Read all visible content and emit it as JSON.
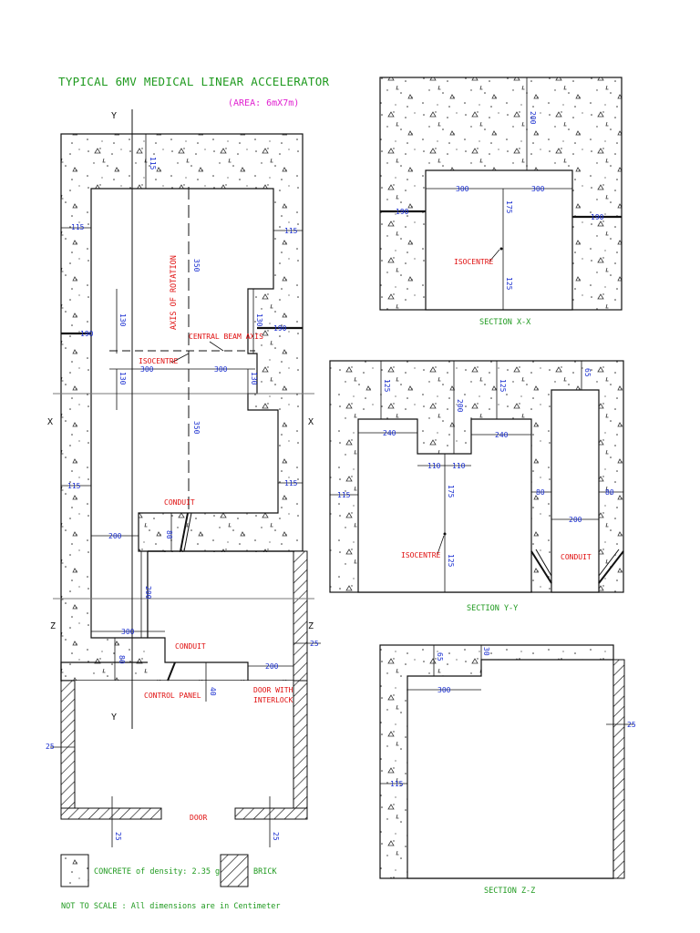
{
  "title": "TYPICAL 6MV MEDICAL LINEAR ACCELERATOR",
  "area": "(AREA: 6mX7m)",
  "colors": {
    "title": "#1f9a1f",
    "area": "#e020d0",
    "annotation": "#e01010",
    "dimension": "#1a2fd0",
    "line": "#111111"
  },
  "plan": {
    "axis_labels": {
      "y_top": "Y",
      "y_bottom": "Y",
      "x_left": "X",
      "x_right": "X",
      "z_left": "Z",
      "z_right": "Z"
    },
    "annotations": {
      "axis_of_rotation": "AXIS OF ROTATION",
      "central_beam_axis": "CENTRAL BEAM AXIS",
      "isocentre": "ISOCENTRE",
      "conduit_1": "CONDUIT",
      "conduit_2": "CONDUIT",
      "control_panel": "CONTROL PANEL",
      "door_interlock_1": "DOOR WITH",
      "door_interlock_2": "INTERLOCK",
      "door": "DOOR"
    },
    "dims": {
      "d115_top": "115",
      "d115_left": "115",
      "d115_right": "115",
      "d350_upper": "350",
      "d350_lower": "350",
      "d130_ll": "130",
      "d130_lr": "130",
      "d130_ul": "130",
      "d130_ur": "130",
      "d190_left": "190",
      "d190_right": "190",
      "d300_left": "300",
      "d300_right": "300",
      "d115_mid_left": "115",
      "d115_mid_right": "115",
      "d80_conduit": "80",
      "d200_maze": "200",
      "d200_vert": "200",
      "d300_maze": "300",
      "d80_bottom": "80",
      "d40": "40",
      "d200_door": "200",
      "d25_right": "25",
      "d25_left": "25",
      "d25_bot_left": "25",
      "d25_bot_right": "25"
    }
  },
  "section_xx": {
    "label": "SECTION X-X",
    "isocentre": "ISOCENTRE",
    "dims": {
      "d200": "200",
      "d300_l": "300",
      "d300_r": "300",
      "d190_l": "190",
      "d190_r": "190",
      "d175": "175",
      "d125": "125"
    }
  },
  "section_yy": {
    "label": "SECTION Y-Y",
    "isocentre": "ISOCENTRE",
    "conduit": "CONDUIT",
    "dims": {
      "d125_l": "125",
      "d200": "200",
      "d125_r": "125",
      "d65": "65",
      "d240_l": "240",
      "d240_r": "240",
      "d110_l": "110",
      "d110_r": "110",
      "d175": "175",
      "d125_low": "125",
      "d115": "115",
      "d80_l": "80",
      "d80_r": "80",
      "d200_low": "200"
    }
  },
  "section_zz": {
    "label": "SECTION Z-Z",
    "dims": {
      "d65": "65",
      "d30": "30",
      "d300": "300",
      "d25": "25",
      "d115": "115"
    }
  },
  "legend": {
    "concrete": "CONCRETE of density: 2.35 gm/cc",
    "brick": "BRICK"
  },
  "note": "NOT TO SCALE : All dimensions are in Centimeter"
}
